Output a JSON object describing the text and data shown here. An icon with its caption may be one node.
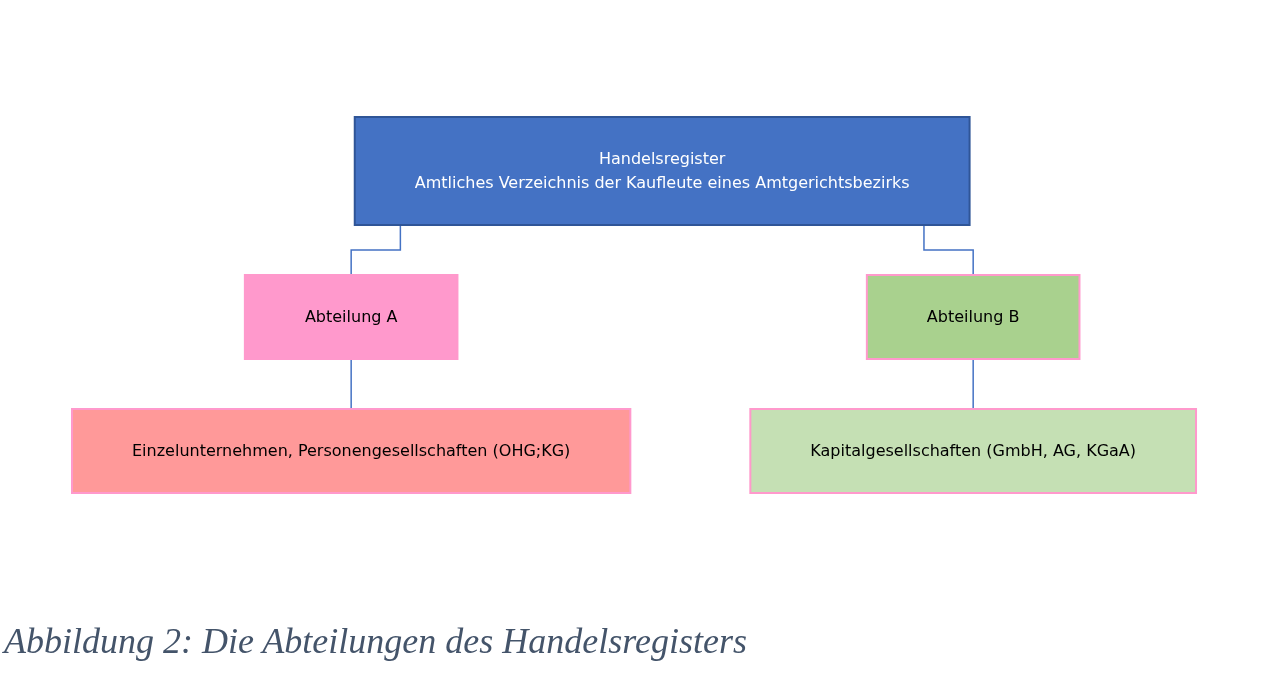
{
  "diagram": {
    "caption": "Abbildung 2: Die Abteilungen des Handelsregisters",
    "nodes": [
      {
        "text": [
          "Handelsregister",
          "Amtliches Verzeichnis der Kaufleute eines Amtgerichtsbezirks"
        ]
      },
      {
        "text": [
          "Abteilung A"
        ]
      },
      {
        "text": [
          "Einzelunternehmen, Personengesellschaften (OHG;KG)"
        ]
      },
      {
        "text": [
          "Abteilung B"
        ]
      },
      {
        "text": [
          "Kapitalgesellschaften (GmbH, AG, KGaA)"
        ]
      }
    ],
    "edges": [
      {
        "from": 0,
        "to": 1,
        "arrow": "none"
      },
      {
        "from": 0,
        "to": 3,
        "arrow": "none"
      },
      {
        "from": 1,
        "to": 2,
        "arrow": "none"
      },
      {
        "from": 3,
        "to": 4,
        "arrow": "none"
      }
    ]
  }
}
